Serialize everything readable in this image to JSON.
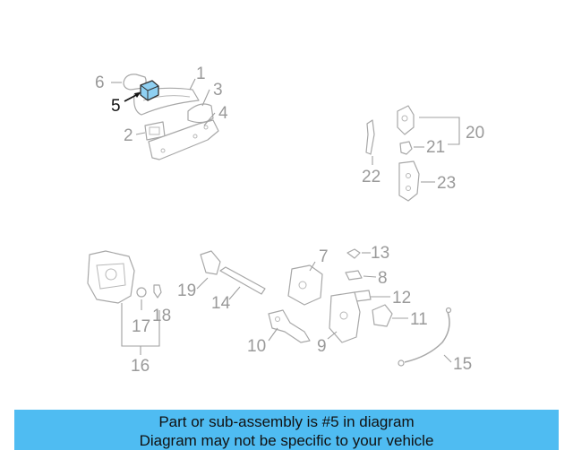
{
  "callouts": {
    "c1": "1",
    "c2": "2",
    "c3": "3",
    "c4": "4",
    "c5": "5",
    "c6": "6",
    "c7": "7",
    "c8": "8",
    "c9": "9",
    "c10": "10",
    "c11": "11",
    "c12": "12",
    "c13": "13",
    "c14": "14",
    "c15": "15",
    "c16": "16",
    "c17": "17",
    "c18": "18",
    "c19": "19",
    "c20": "20",
    "c21": "21",
    "c22": "22",
    "c23": "23"
  },
  "highlight_color": "#8fd0f2",
  "banner": {
    "background": "#4fbcf2",
    "line1": "Part or sub-assembly is #5 in diagram",
    "line2": "Diagram may not be specific to your vehicle"
  }
}
